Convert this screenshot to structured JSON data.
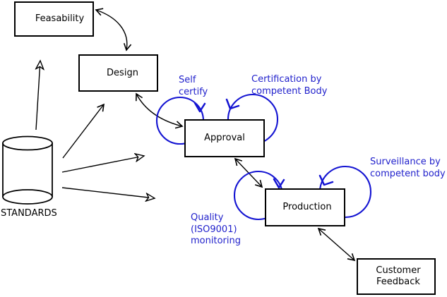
{
  "nodes": {
    "feasability": {
      "label": "Feasability"
    },
    "design": {
      "label": "Design"
    },
    "approval": {
      "label": "Approval"
    },
    "production": {
      "label": "Production"
    },
    "customer_feedback": {
      "line1": "Customer",
      "line2": "Feedback"
    }
  },
  "datastore": {
    "label": "STANDARDS"
  },
  "annotations": {
    "self_certify": {
      "line1": "Self",
      "line2": "certify"
    },
    "certification": {
      "line1": "Certification by",
      "line2": "competent Body"
    },
    "surveillance": {
      "line1": "Surveillance by",
      "line2": "competent body"
    },
    "quality": {
      "line1": "Quality",
      "line2": "(ISO9001)",
      "line3": "monitoring"
    }
  },
  "colors": {
    "line_black": "#000000",
    "annotation_blue": "#2222cc",
    "loop_blue": "#1414d2",
    "background": "#ffffff"
  }
}
